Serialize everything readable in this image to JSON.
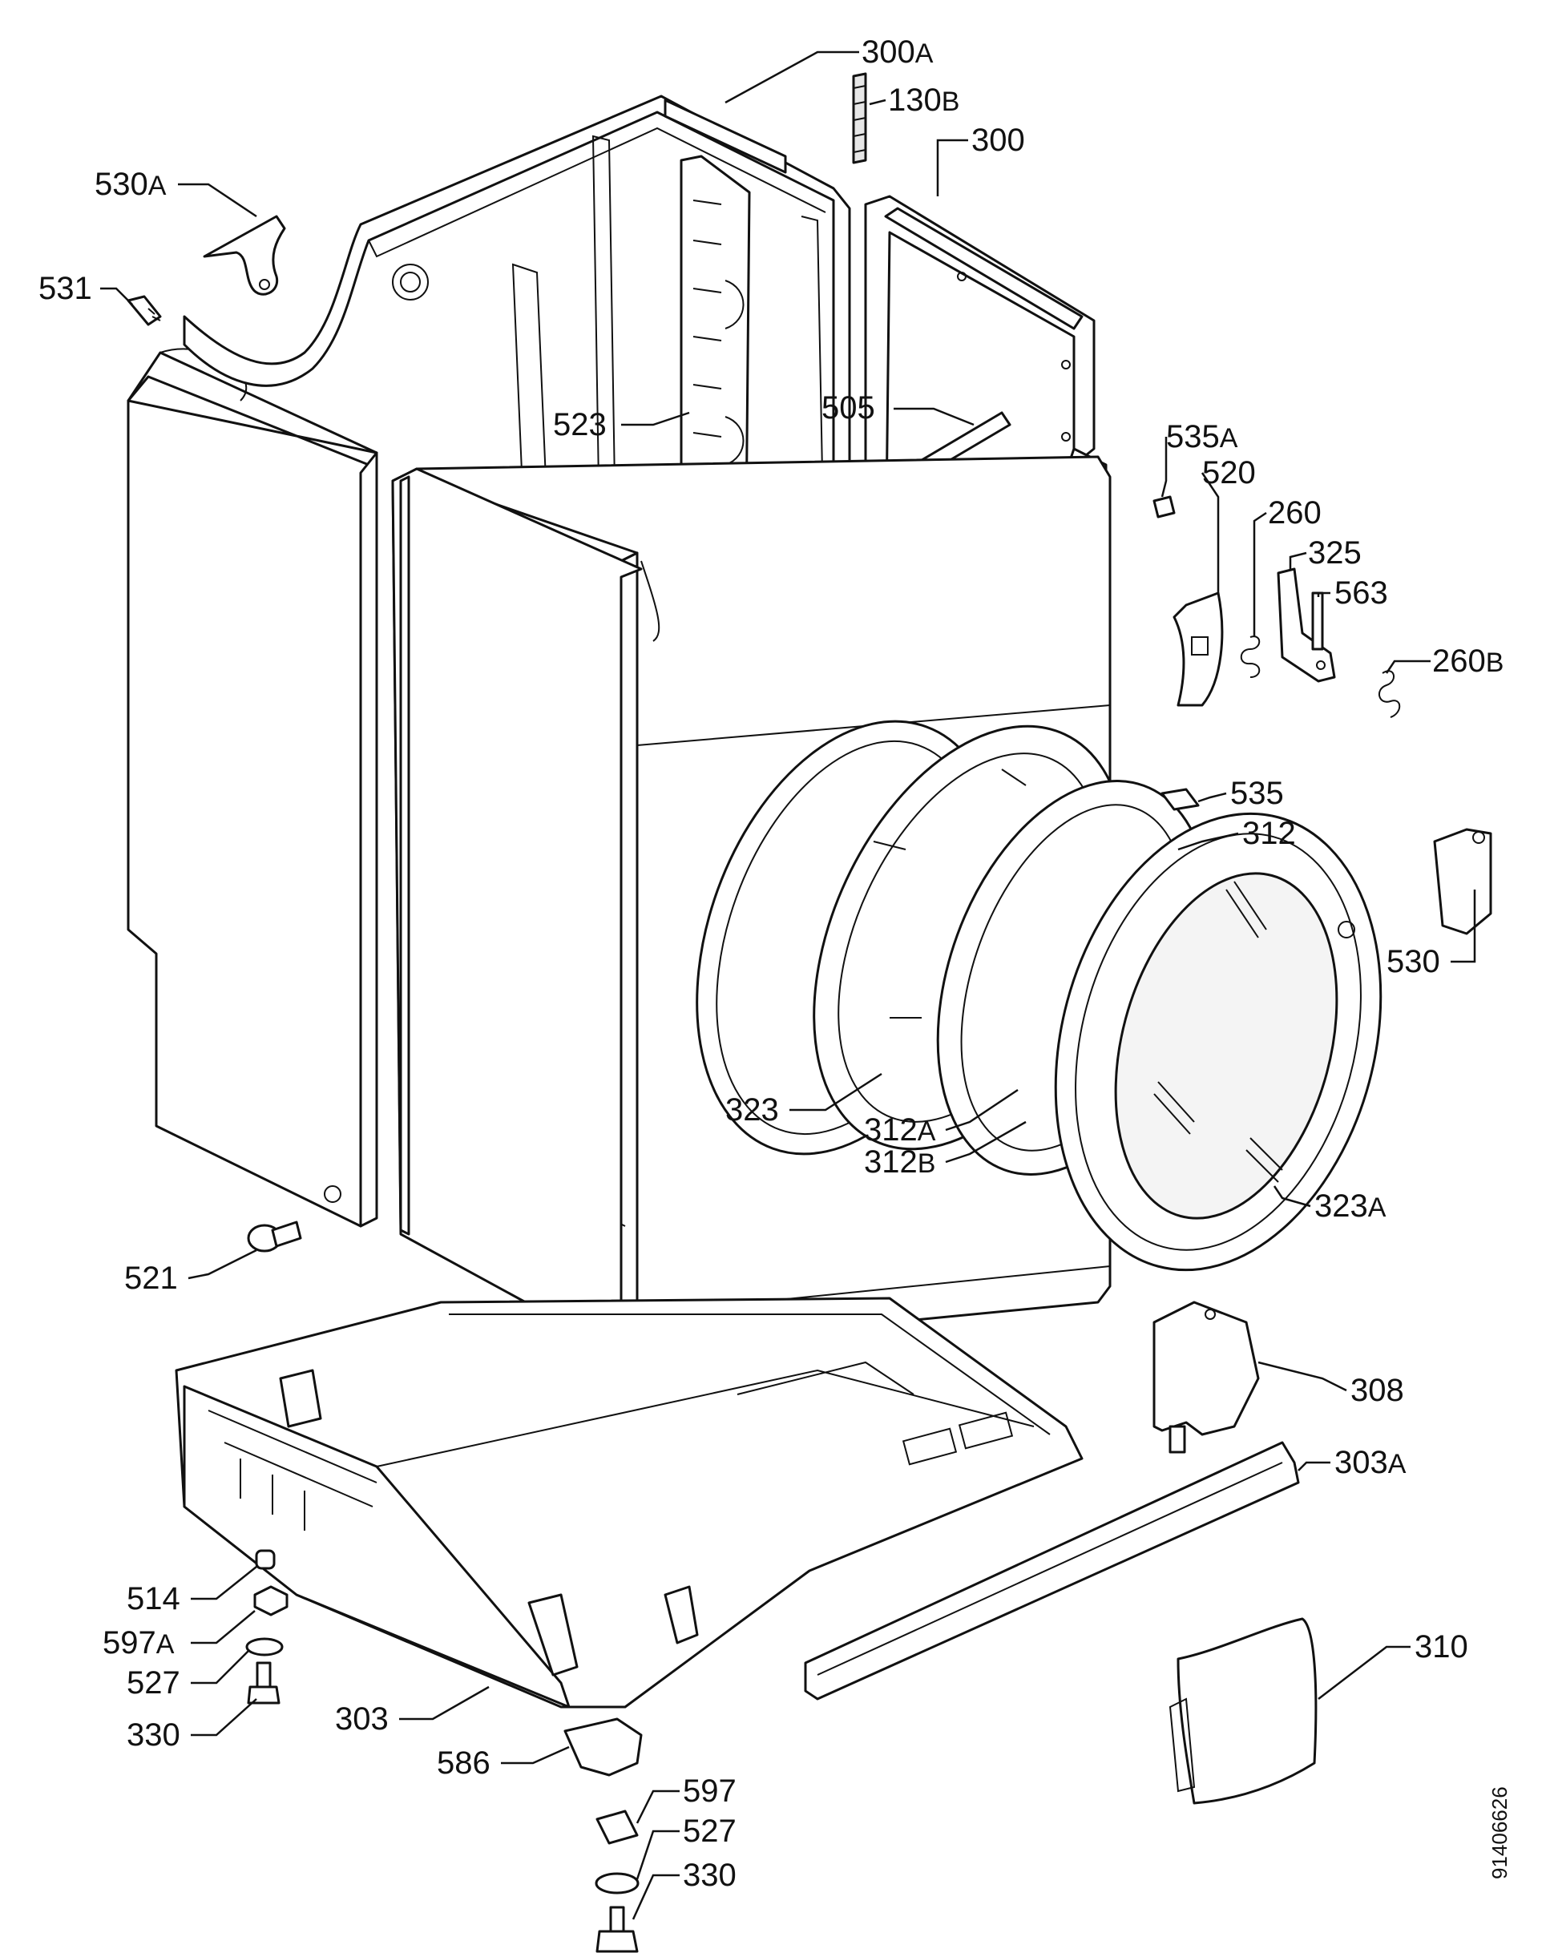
{
  "diagram": {
    "doc_number": "91406626",
    "labels": [
      {
        "id": "300A",
        "num": "300",
        "suffix": "A"
      },
      {
        "id": "130B",
        "num": "130",
        "suffix": "B"
      },
      {
        "id": "300",
        "num": "300",
        "suffix": ""
      },
      {
        "id": "530A",
        "num": "530",
        "suffix": "A"
      },
      {
        "id": "531",
        "num": "531",
        "suffix": ""
      },
      {
        "id": "523",
        "num": "523",
        "suffix": ""
      },
      {
        "id": "505",
        "num": "505",
        "suffix": ""
      },
      {
        "id": "535A",
        "num": "535",
        "suffix": "A"
      },
      {
        "id": "520",
        "num": "520",
        "suffix": ""
      },
      {
        "id": "260",
        "num": "260",
        "suffix": ""
      },
      {
        "id": "325",
        "num": "325",
        "suffix": ""
      },
      {
        "id": "563",
        "num": "563",
        "suffix": ""
      },
      {
        "id": "260B",
        "num": "260",
        "suffix": "B"
      },
      {
        "id": "535",
        "num": "535",
        "suffix": ""
      },
      {
        "id": "312",
        "num": "312",
        "suffix": ""
      },
      {
        "id": "530",
        "num": "530",
        "suffix": ""
      },
      {
        "id": "323",
        "num": "323",
        "suffix": ""
      },
      {
        "id": "312A",
        "num": "312",
        "suffix": "A"
      },
      {
        "id": "312B",
        "num": "312",
        "suffix": "B"
      },
      {
        "id": "323A",
        "num": "323",
        "suffix": "A"
      },
      {
        "id": "521",
        "num": "521",
        "suffix": ""
      },
      {
        "id": "308",
        "num": "308",
        "suffix": ""
      },
      {
        "id": "303A",
        "num": "303",
        "suffix": "A"
      },
      {
        "id": "514",
        "num": "514",
        "suffix": ""
      },
      {
        "id": "597A",
        "num": "597",
        "suffix": "A"
      },
      {
        "id": "527a",
        "num": "527",
        "suffix": ""
      },
      {
        "id": "330a",
        "num": "330",
        "suffix": ""
      },
      {
        "id": "303",
        "num": "303",
        "suffix": ""
      },
      {
        "id": "310",
        "num": "310",
        "suffix": ""
      },
      {
        "id": "586",
        "num": "586",
        "suffix": ""
      },
      {
        "id": "597",
        "num": "597",
        "suffix": ""
      },
      {
        "id": "527b",
        "num": "527",
        "suffix": ""
      },
      {
        "id": "330b",
        "num": "330",
        "suffix": ""
      }
    ]
  }
}
